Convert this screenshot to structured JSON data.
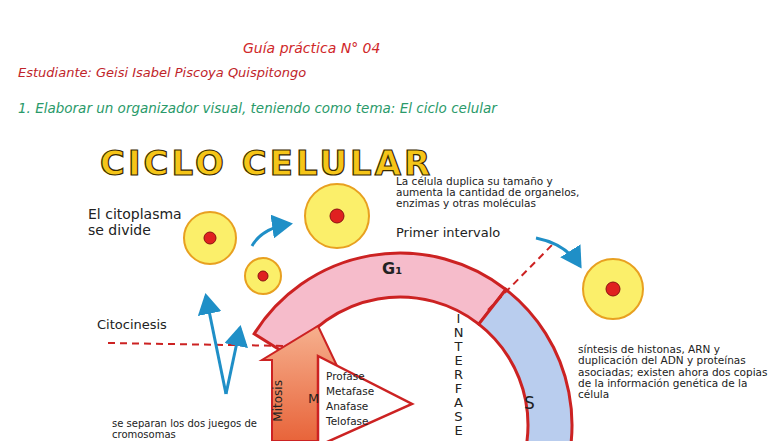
{
  "diagram": {
    "title": "CICLO CELULAR",
    "nodes": [
      {
        "text": [
          "G₁"
        ]
      },
      {
        "text": [
          "S"
        ]
      },
      {
        "text": [
          "M",
          "Mitosis"
        ]
      },
      {
        "text": [
          "Profase",
          "Metafase",
          "Anafase",
          "Telofase"
        ]
      }
    ],
    "labels": [
      "Guía práctica N° 04",
      "Estudiante: Geisi Isabel Piscoya Quispitongo",
      "1. Elaborar un organizador visual, teniendo como tema: El ciclo celular",
      "El citoplasma se divide",
      "La célula duplica su tamaño y aumenta la cantidad de organelos, enzimas y otras moléculas",
      "Primer intervalo",
      "Citocinesis",
      "INTERFASE",
      "síntesis de histonas, ARN y duplicación del ADN y proteínas asociadas; existen ahora dos copias de la información genética de la célula",
      "se separan los dos juegos de cromosomas"
    ]
  }
}
